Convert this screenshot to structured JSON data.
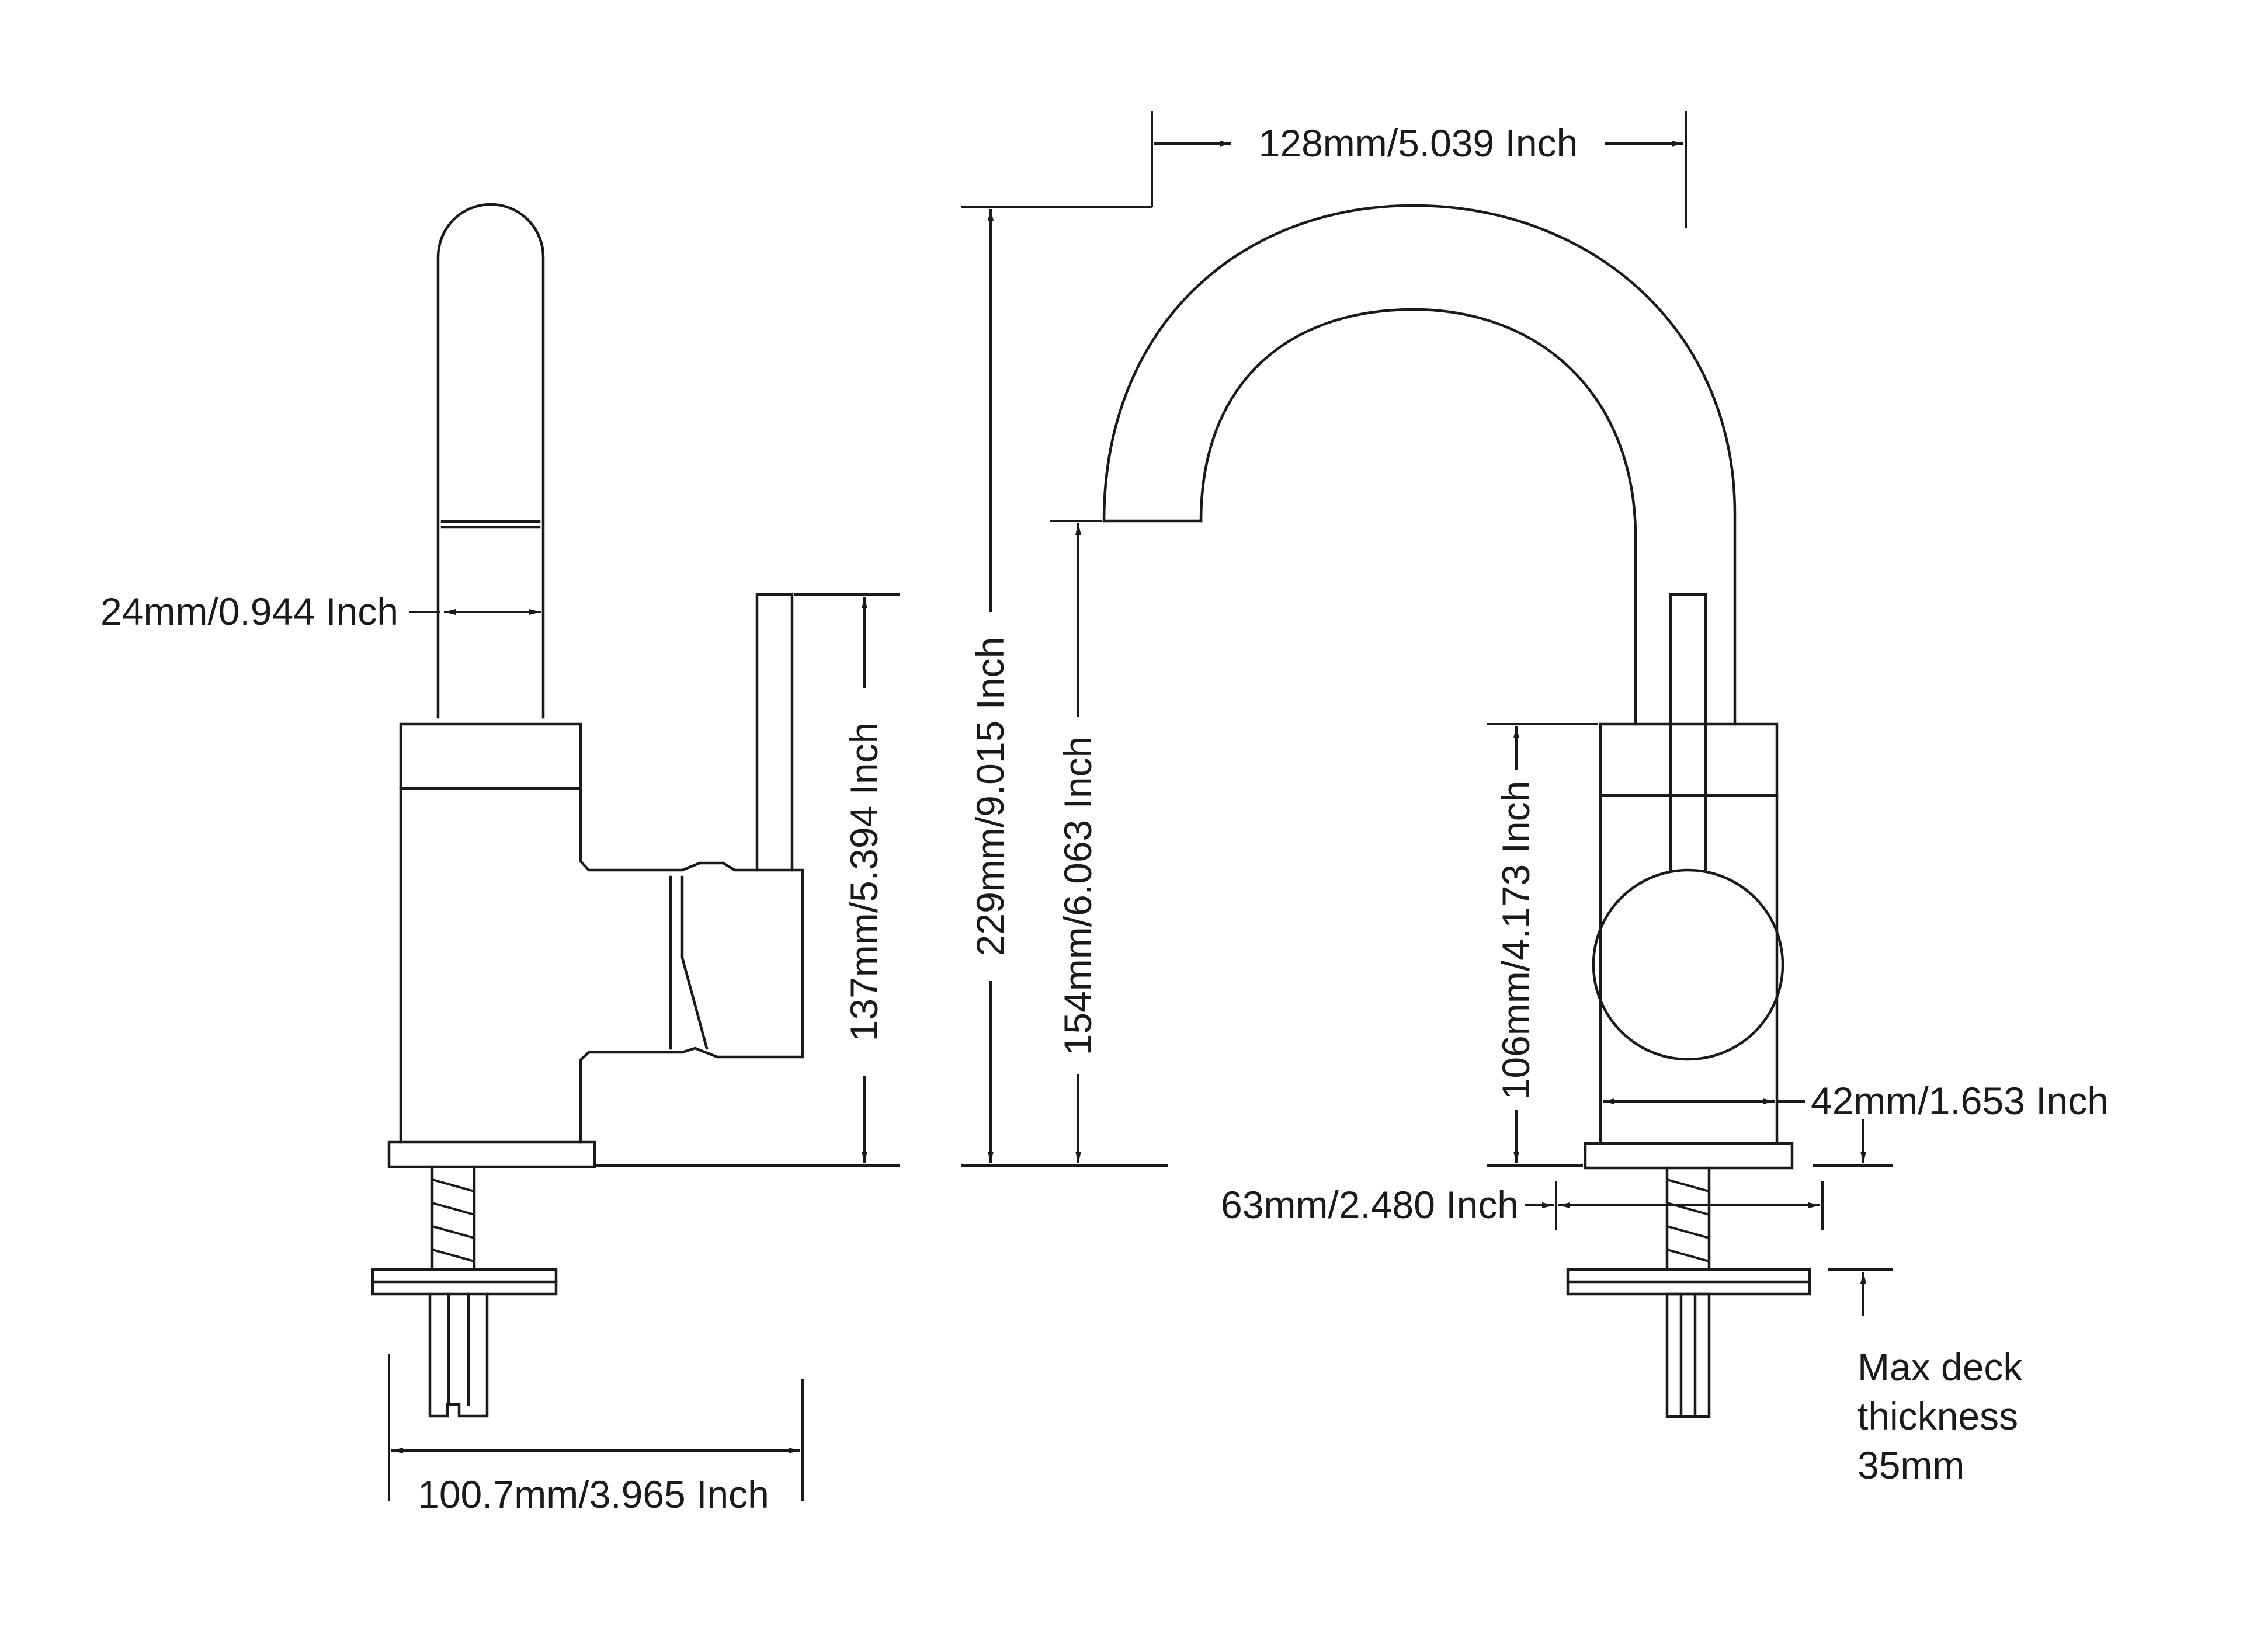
{
  "dimensions": {
    "spout_reach": "128mm/5.039 Inch",
    "handle_width": "24mm/0.944 Inch",
    "lever_height": "137mm/5.394 Inch",
    "total_height": "229mm/9.015 Inch",
    "spout_height": "154mm/6.063 Inch",
    "body_height": "106mm/4.173 Inch",
    "body_diameter": "42mm/1.653 Inch",
    "base_diameter": "63mm/2.480 Inch",
    "side_depth": "100.7mm/3.965 Inch"
  },
  "notes": {
    "deck_line1": "Max deck",
    "deck_line2": "thickness",
    "deck_line3": "35mm"
  }
}
